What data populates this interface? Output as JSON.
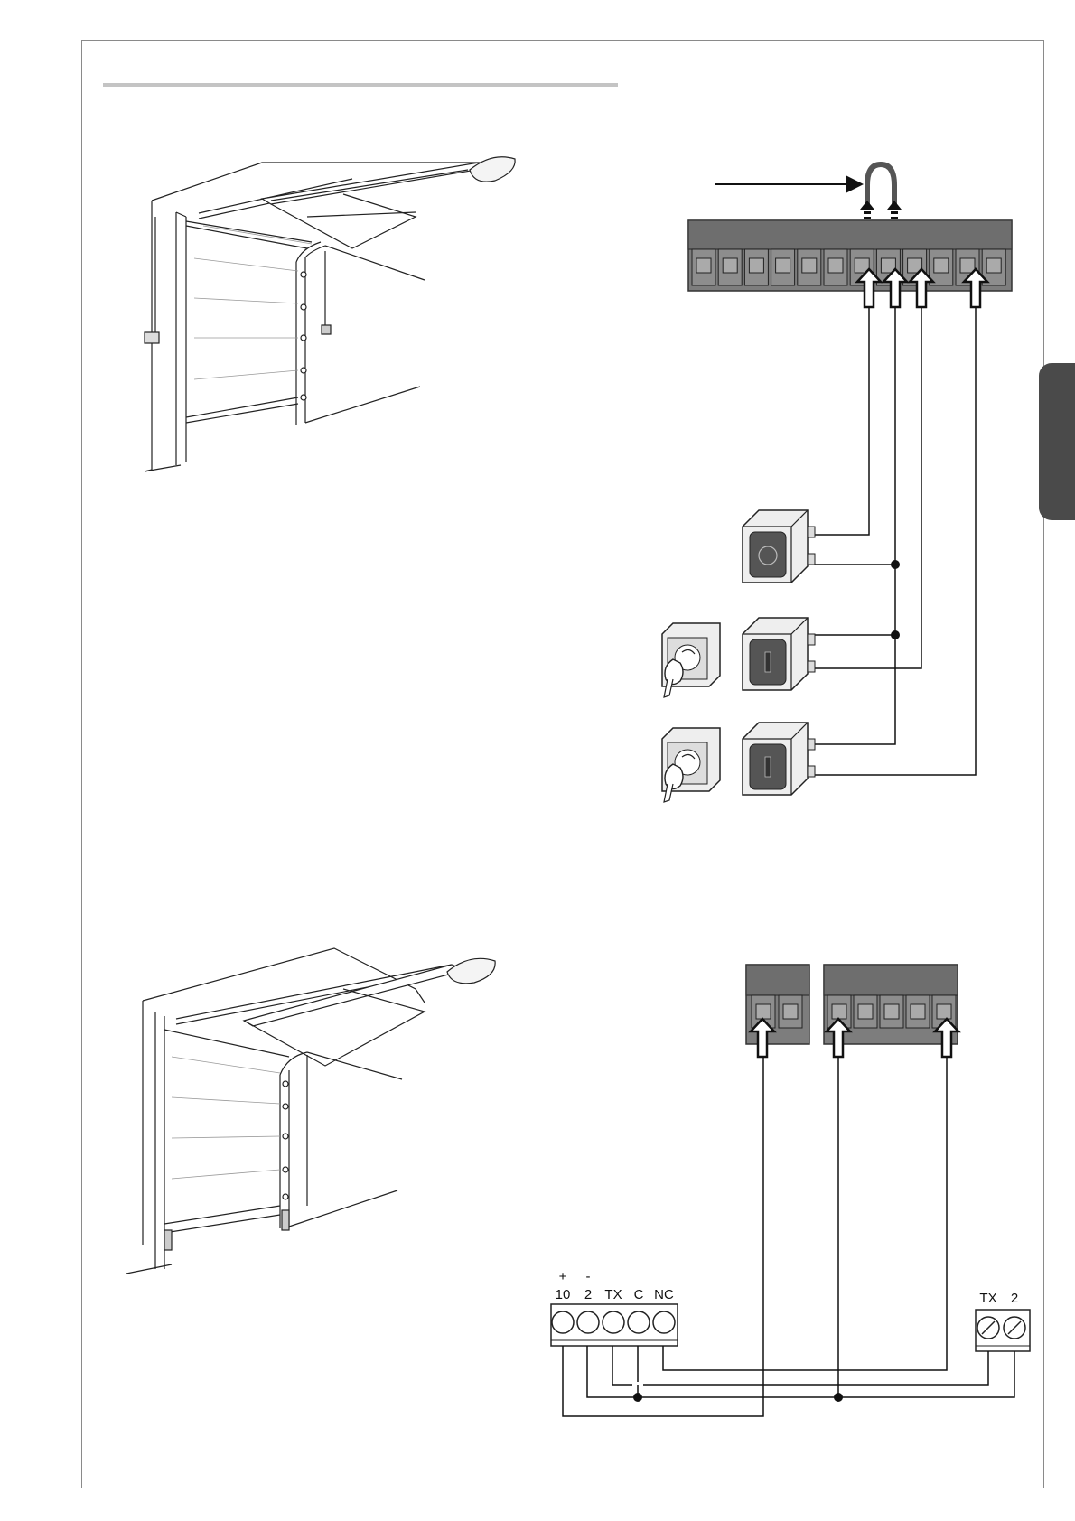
{
  "page": {
    "section_tab": "",
    "header_rule": true
  },
  "wiring_diagram_2": {
    "photocell_receiver_terminals": [
      {
        "polarity": "+",
        "label": "10"
      },
      {
        "polarity": "-",
        "label": "2"
      },
      {
        "polarity": "",
        "label": "TX"
      },
      {
        "polarity": "",
        "label": "C"
      },
      {
        "polarity": "",
        "label": "NC"
      }
    ],
    "photocell_transmitter_terminals": [
      {
        "label": "TX"
      },
      {
        "label": "2"
      }
    ]
  },
  "icons": {
    "colors": {
      "terminal_block": "#7d7d7d",
      "terminal_block_top": "#6e6e6e",
      "line": "#111111",
      "tab": "#4a4a4a"
    }
  }
}
